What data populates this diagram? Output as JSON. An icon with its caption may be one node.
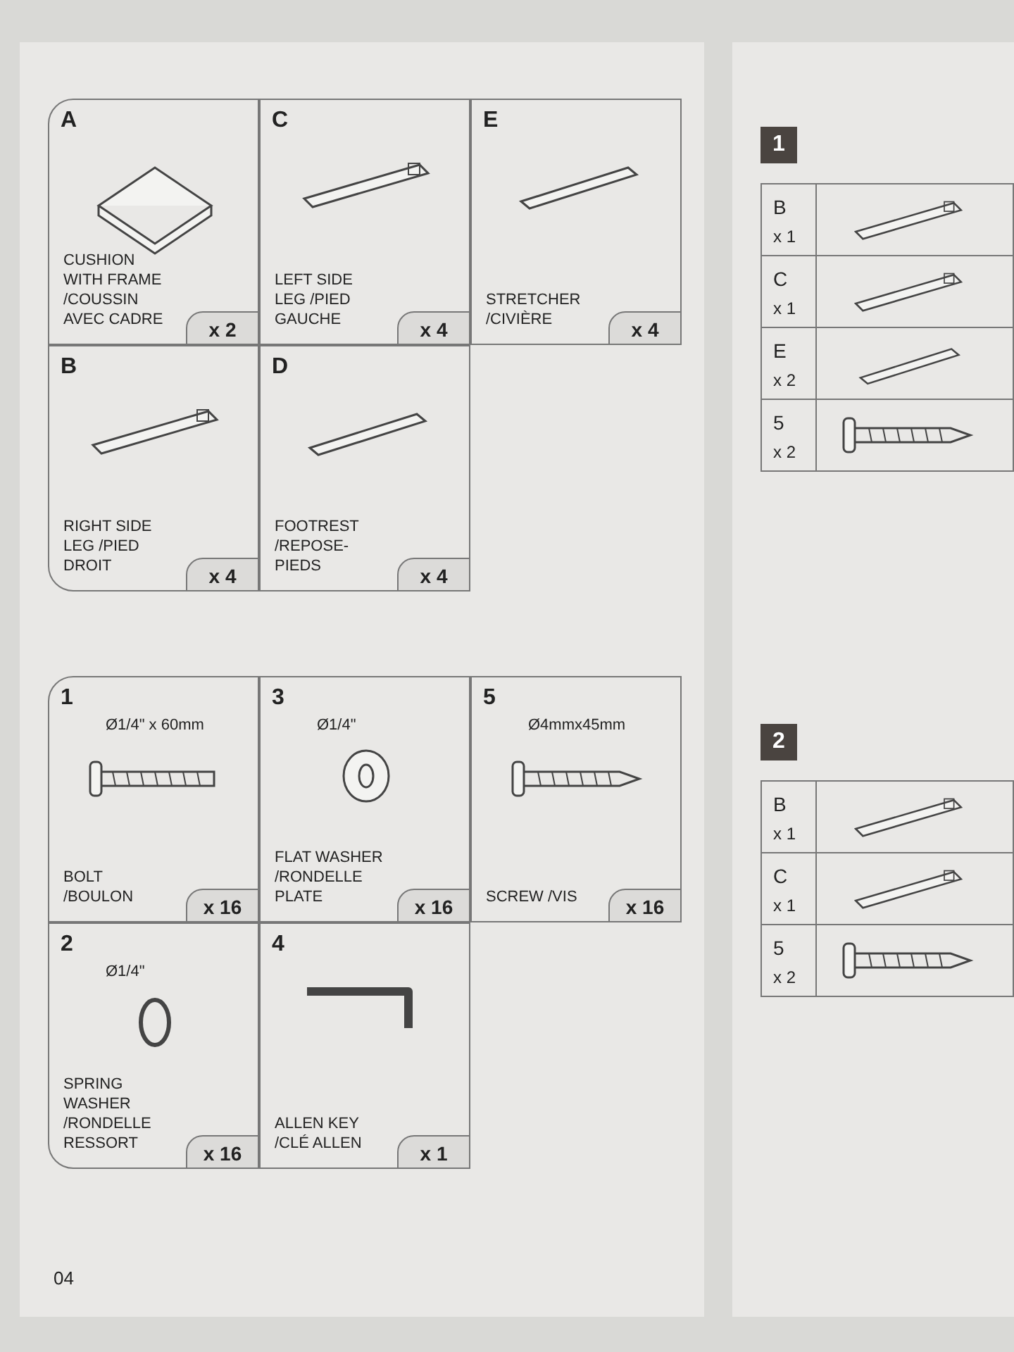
{
  "diagram": {
    "nodes": [
      {
        "text": [
          "A",
          "CUSHION WITH FRAME /COUSSIN AVEC CADRE",
          "x 2"
        ]
      },
      {
        "text": [
          "C",
          "LEFT SIDE LEG /PIED GAUCHE",
          "x 4"
        ]
      },
      {
        "text": [
          "E",
          "STRETCHER /CIVIÈRE",
          "x 4"
        ]
      },
      {
        "text": [
          "B",
          "RIGHT SIDE LEG /PIED DROIT",
          "x 4"
        ]
      },
      {
        "text": [
          "D",
          "FOOTREST /REPOSE-PIEDS",
          "x 4"
        ]
      },
      {
        "text": [
          "1",
          "Ø1/4\" x 60mm",
          "BOLT /BOULON",
          "x 16"
        ]
      },
      {
        "text": [
          "3",
          "Ø1/4\"",
          "FLAT WASHER /RONDELLE PLATE",
          "x 16"
        ]
      },
      {
        "text": [
          "5",
          "Ø4mmx45mm",
          "SCREW /VIS",
          "x 16"
        ]
      },
      {
        "text": [
          "2",
          "Ø1/4\"",
          "SPRING WASHER /RONDELLE RESSORT",
          "x 16"
        ]
      },
      {
        "text": [
          "4",
          "ALLEN KEY /CLÉ ALLEN",
          "x 1"
        ]
      }
    ],
    "labels": [
      "1",
      "B",
      "x 1",
      "C",
      "x 1",
      "E",
      "x 2",
      "5",
      "x 2",
      "2",
      "B",
      "x 1",
      "C",
      "x 1",
      "5",
      "x 2",
      "04"
    ]
  }
}
